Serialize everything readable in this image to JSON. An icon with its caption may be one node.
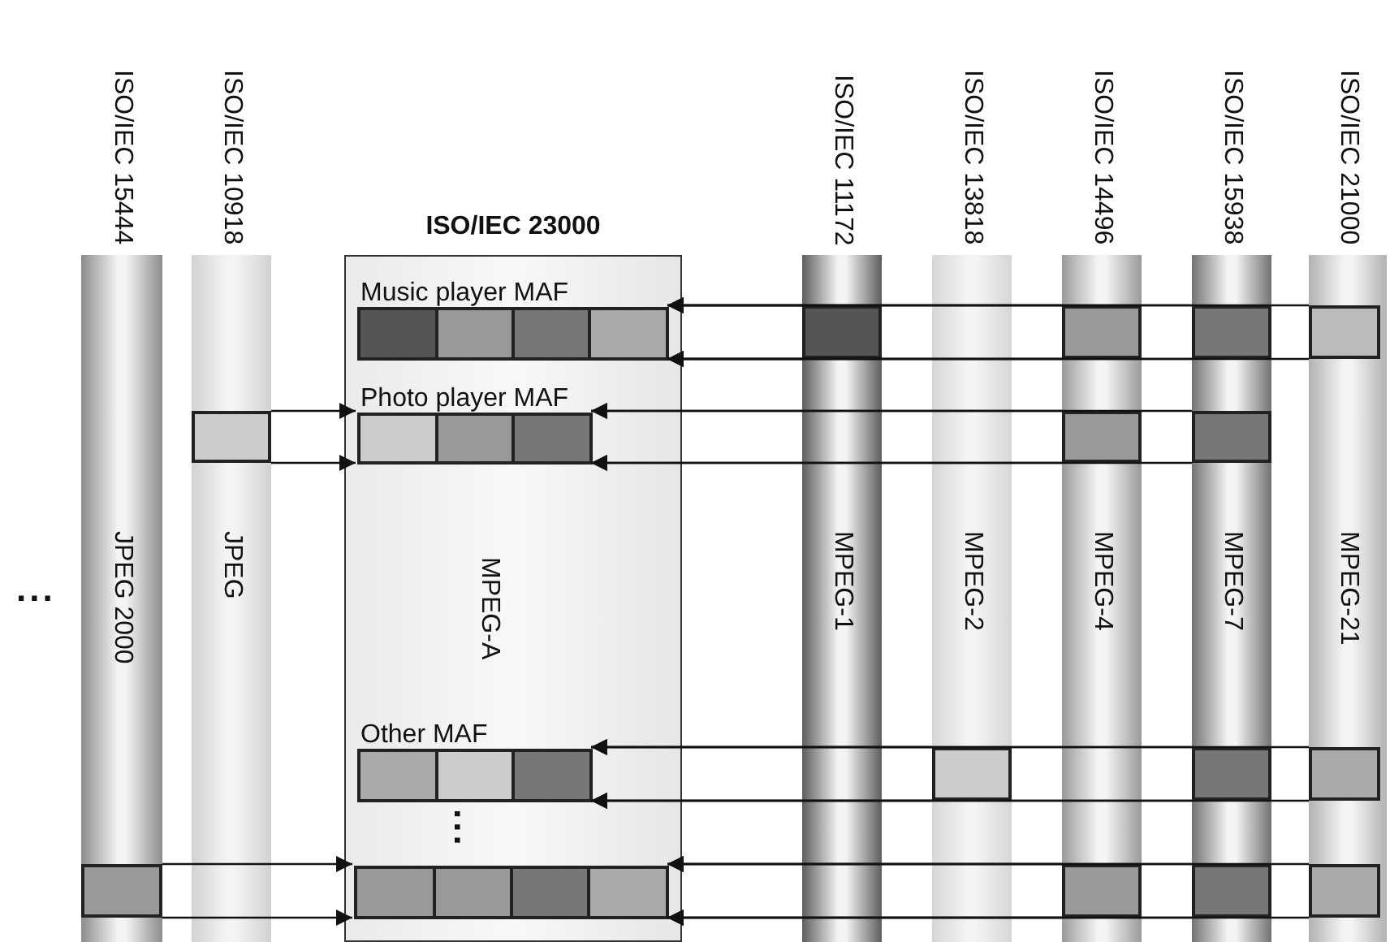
{
  "diagram": {
    "nodes": [
      {
        "text": [
          "ISO/IEC 15444",
          "JPEG 2000"
        ]
      },
      {
        "text": [
          "ISO/IEC 10918",
          "JPEG"
        ]
      },
      {
        "text": [
          "ISO/IEC 23000",
          "MPEG-A"
        ]
      },
      {
        "text": [
          "ISO/IEC 11172",
          "MPEG-1"
        ]
      },
      {
        "text": [
          "ISO/IEC 13818",
          "MPEG-2"
        ]
      },
      {
        "text": [
          "ISO/IEC 14496",
          "MPEG-4"
        ]
      },
      {
        "text": [
          "ISO/IEC 15938",
          "MPEG-7"
        ]
      },
      {
        "text": [
          "ISO/IEC 21000",
          "MPEG-21"
        ]
      },
      {
        "text": [
          "Music player MAF"
        ],
        "in": 2
      },
      {
        "text": [
          "Photo player MAF"
        ],
        "in": 2
      },
      {
        "text": [
          "Other MAF"
        ],
        "in": 2
      },
      {
        "text": [],
        "shape": "box",
        "in": 2
      },
      {
        "text": [],
        "shape": "box",
        "in": 3
      },
      {
        "text": [],
        "shape": "box",
        "in": 5
      },
      {
        "text": [],
        "shape": "box",
        "in": 6
      },
      {
        "text": [],
        "shape": "box",
        "in": 7
      },
      {
        "text": [],
        "shape": "box",
        "in": 1
      },
      {
        "text": [],
        "shape": "box",
        "in": 5
      },
      {
        "text": [],
        "shape": "box",
        "in": 6
      },
      {
        "text": [],
        "shape": "box",
        "in": 4
      },
      {
        "text": [],
        "shape": "box",
        "in": 6
      },
      {
        "text": [],
        "shape": "box",
        "in": 7
      },
      {
        "text": [],
        "shape": "box",
        "in": 0
      },
      {
        "text": [],
        "shape": "box",
        "in": 5
      },
      {
        "text": [],
        "shape": "box",
        "in": 6
      },
      {
        "text": [],
        "shape": "box",
        "in": 7
      }
    ],
    "edges": [
      {
        "from": 12,
        "to": 8,
        "arrow": "to"
      },
      {
        "from": 13,
        "to": 8,
        "arrow": "to"
      },
      {
        "from": 14,
        "to": 8,
        "arrow": "to"
      },
      {
        "from": 15,
        "to": 8,
        "arrow": "to"
      },
      {
        "from": 12,
        "to": 8,
        "arrow": "to"
      },
      {
        "from": 13,
        "to": 8,
        "arrow": "to"
      },
      {
        "from": 14,
        "to": 8,
        "arrow": "to"
      },
      {
        "from": 15,
        "to": 8,
        "arrow": "to"
      },
      {
        "from": 16,
        "to": 9,
        "arrow": "to"
      },
      {
        "from": 17,
        "to": 9,
        "arrow": "to"
      },
      {
        "from": 18,
        "to": 9,
        "arrow": "to"
      },
      {
        "from": 16,
        "to": 9,
        "arrow": "to"
      },
      {
        "from": 17,
        "to": 9,
        "arrow": "to"
      },
      {
        "from": 18,
        "to": 9,
        "arrow": "to"
      },
      {
        "from": 19,
        "to": 10,
        "arrow": "to"
      },
      {
        "from": 20,
        "to": 10,
        "arrow": "to"
      },
      {
        "from": 21,
        "to": 10,
        "arrow": "to"
      },
      {
        "from": 19,
        "to": 10,
        "arrow": "to"
      },
      {
        "from": 20,
        "to": 10,
        "arrow": "to"
      },
      {
        "from": 21,
        "to": 10,
        "arrow": "to"
      },
      {
        "from": 22,
        "to": 11,
        "arrow": "to"
      },
      {
        "from": 23,
        "to": 11,
        "arrow": "to"
      },
      {
        "from": 24,
        "to": 11,
        "arrow": "to"
      },
      {
        "from": 25,
        "to": 11,
        "arrow": "to"
      },
      {
        "from": 22,
        "to": 11,
        "arrow": "to"
      },
      {
        "from": 23,
        "to": 11,
        "arrow": "to"
      },
      {
        "from": 24,
        "to": 11,
        "arrow": "to"
      },
      {
        "from": 25,
        "to": 11,
        "arrow": "to"
      }
    ],
    "labels": [
      "...",
      "..."
    ]
  }
}
